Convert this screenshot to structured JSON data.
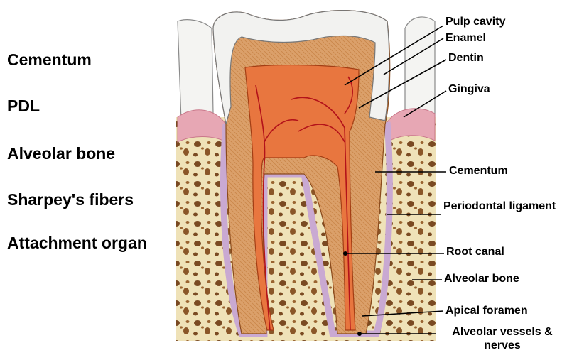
{
  "left_terms": [
    "Cementum",
    "PDL",
    "Alveolar bone",
    "Sharpey's fibers",
    "Attachment organ"
  ],
  "callouts": {
    "pulp_cavity": "Pulp cavity",
    "enamel": "Enamel",
    "dentin": "Dentin",
    "gingiva": "Gingiva",
    "cementum": "Cementum",
    "periodontal_ligament": "Periodontal ligament",
    "root_canal": "Root canal",
    "alveolar_bone": "Alveolar bone",
    "apical_foramen": "Apical foramen",
    "alveolar_vessels_nerves": "Alveolar vessels & nerves"
  },
  "colors": {
    "enamel": "#f2f2f0",
    "dentin": "#d99a5c",
    "pulp": "#e8763f",
    "bone": "#efe2b8",
    "bone_pore": "#7a4a22",
    "gingiva": "#e7a7b4",
    "pdl": "#c9a9d2",
    "vessel": "#b3121a",
    "leader_line": "#000000"
  }
}
